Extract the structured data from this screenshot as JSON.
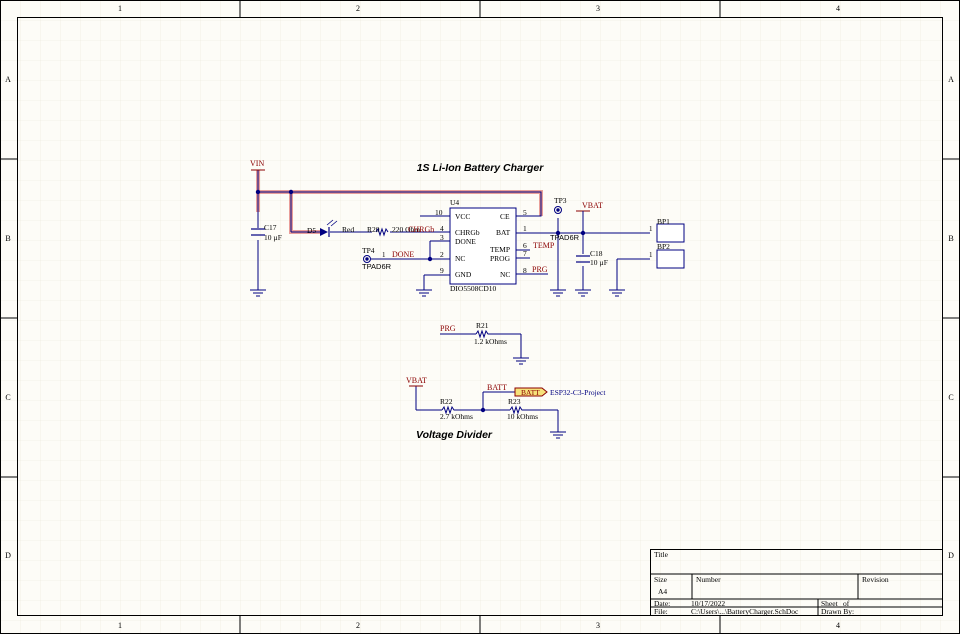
{
  "frame": {
    "col_labels": [
      "1",
      "2",
      "3",
      "4"
    ],
    "row_labels": [
      "A",
      "B",
      "C",
      "D"
    ]
  },
  "titles": {
    "charger": "1S Li-Ion Battery Charger",
    "divider": "Voltage Divider"
  },
  "nets": {
    "vin": "VIN",
    "vbat_top": "VBAT",
    "vbat_divider": "VBAT",
    "chrgb": "CHRGb",
    "done": "DONE",
    "temp": "TEMP",
    "prg_ic": "PRG",
    "prg_r21": "PRG",
    "batt_net": "BATT",
    "batt_port": "BATT",
    "port_target": "ESP32-C3-Project"
  },
  "components": {
    "c17_ref": "C17",
    "c17_val": "10 µF",
    "c18_ref": "C18",
    "c18_val": "10 µF",
    "d5_ref": "D5",
    "d5_val": "Red",
    "r20_ref": "R20",
    "r20_val": "220 Ohm",
    "r21_ref": "R21",
    "r21_val": "1.2 kOhms",
    "r22_ref": "R22",
    "r22_val": "2.7 kOhms",
    "r23_ref": "R23",
    "r23_val": "10 kOhms",
    "tp3_ref": "TP3",
    "tp3_val": "TPAD6R",
    "tp4_ref": "TP4",
    "tp4_val": "TPAD6R",
    "bp1_ref": "BP1",
    "bp1_pin": "1",
    "bp2_ref": "BP2",
    "bp2_pin": "1",
    "tp4_pin": "1"
  },
  "ic": {
    "ref": "U4",
    "part": "DIO5508CD10",
    "left_pins": [
      {
        "num": "10",
        "name": "VCC"
      },
      {
        "num": "4",
        "name": "CHRGb"
      },
      {
        "num": "3",
        "name": "DONE"
      },
      {
        "num": "2",
        "name": "NC"
      },
      {
        "num": "9",
        "name": "GND"
      }
    ],
    "right_pins": [
      {
        "num": "5",
        "name": "CE"
      },
      {
        "num": "1",
        "name": "BAT"
      },
      {
        "num": "6",
        "name": "TEMP"
      },
      {
        "num": "7",
        "name": "PROG"
      },
      {
        "num": "8",
        "name": "NC"
      }
    ]
  },
  "title_block": {
    "title_label": "Title",
    "size_label": "Size",
    "size_value": "A4",
    "number_label": "Number",
    "revision_label": "Revision",
    "date_label": "Date:",
    "date_value": "10/17/2022",
    "sheet_label": "Sheet",
    "of_label": "of",
    "file_label": "File:",
    "file_value": "C:\\Users\\...\\BatteryCharger.SchDoc",
    "drawn_label": "Drawn By:"
  },
  "colors": {
    "wire": "#000080",
    "net_label": "#8b0000",
    "grid": "#e8e4d8",
    "frame": "#000000",
    "highlight": "#c0392b",
    "port_fill": "#f6e27a"
  }
}
